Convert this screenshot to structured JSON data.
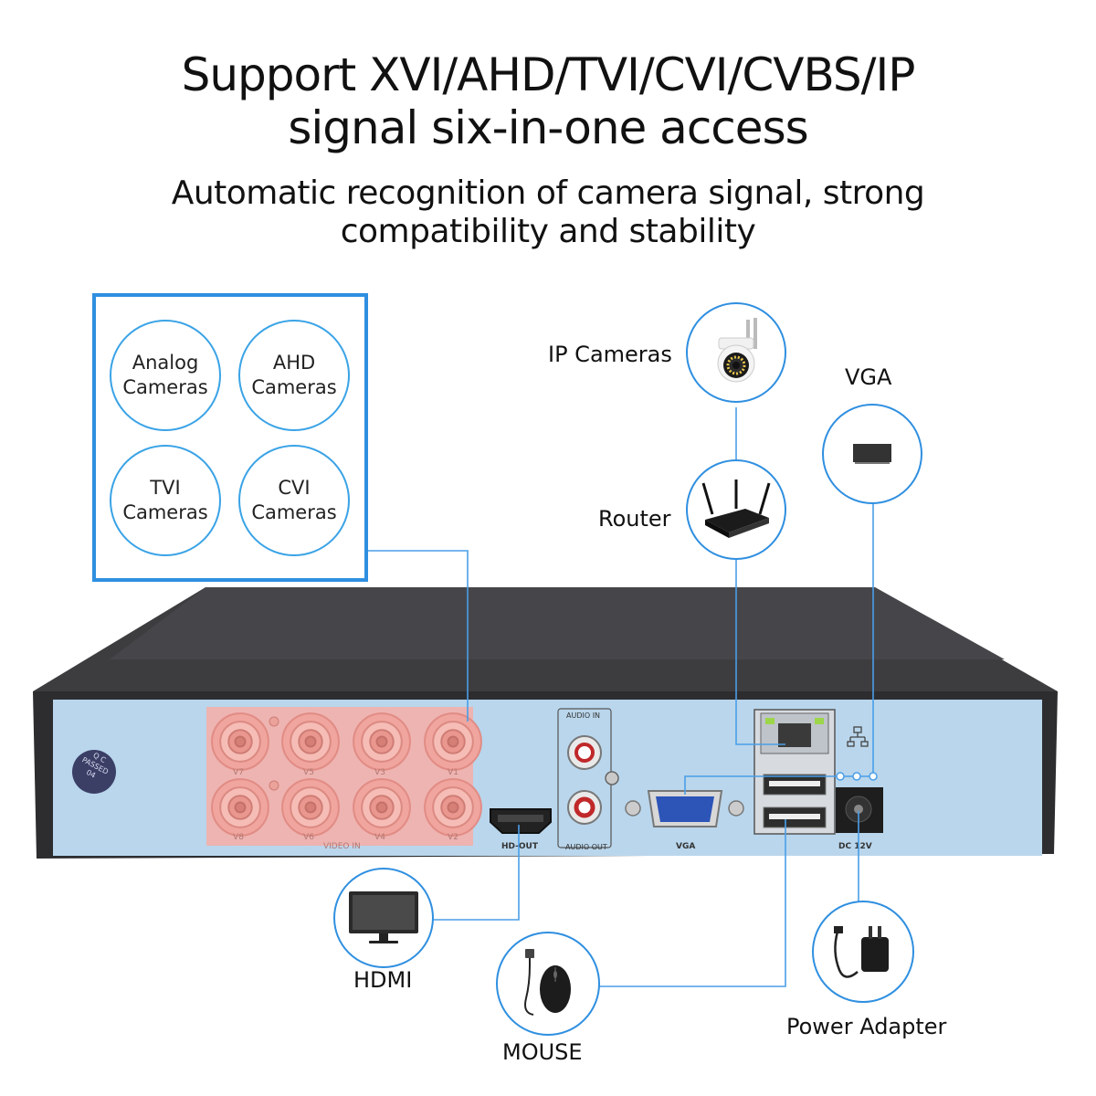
{
  "header": {
    "title_line1": "Support XVI/AHD/TVI/CVI/CVBS/IP",
    "title_line2": "signal six-in-one access",
    "subtitle_line1": "Automatic recognition of camera signal, strong",
    "subtitle_line2": "compatibility and stability"
  },
  "camera_types": [
    {
      "line1": "Analog",
      "line2": "Cameras"
    },
    {
      "line1": "AHD",
      "line2": "Cameras"
    },
    {
      "line1": "TVI",
      "line2": "Cameras"
    },
    {
      "line1": "CVI",
      "line2": "Cameras"
    }
  ],
  "devices": {
    "ip_cameras": "IP Cameras",
    "router": "Router",
    "vga": "VGA",
    "hdmi": "HDMI",
    "mouse": "MOUSE",
    "power_adapter": "Power Adapter"
  },
  "panel": {
    "qc_sticker": [
      "Q C",
      "PASSED",
      "04"
    ],
    "bnc_top_labels": [
      "V7",
      "V5",
      "V3",
      "V1"
    ],
    "bnc_bottom_labels": [
      "V8",
      "V6",
      "V4",
      "V2"
    ],
    "video_in": "VIDEO IN",
    "audio_in": "AUDIO IN",
    "audio_out": "AUDIO OUT",
    "hd_out": "HD-OUT",
    "vga_port": "VGA",
    "dc": "DC 12V"
  },
  "colors": {
    "accent": "#2f8fe0",
    "panel": "#b9d6ec",
    "bnc_highlight": "#f2b1ab",
    "chassis": "#3a3a3c"
  }
}
